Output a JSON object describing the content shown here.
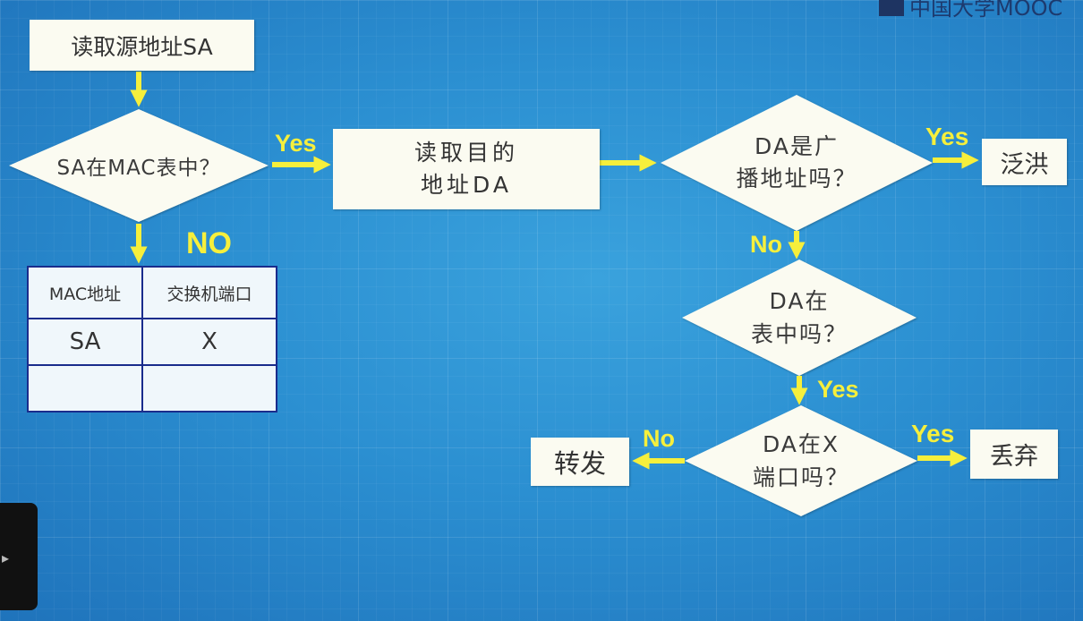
{
  "logo": {
    "text": "中国大学MOOC"
  },
  "steps": {
    "read_sa": "读取源地址SA",
    "read_da": "读取目的\n地址DA",
    "flood": "泛洪",
    "forward": "转发",
    "discard": "丢弃"
  },
  "decisions": {
    "sa_in_table": "SA在MAC表中？",
    "da_broadcast": "DA是广\n播地址吗？",
    "da_in_table": "DA在\n表中吗？",
    "da_on_port_x": "DA在X\n端口吗？"
  },
  "edge_labels": {
    "sa_yes": "Yes",
    "sa_no": "NO",
    "broadcast_yes": "Yes",
    "broadcast_no": "No",
    "in_table_yes": "Yes",
    "port_x_yes": "Yes",
    "port_x_no": "No"
  },
  "mac_table": {
    "headers": [
      "MAC地址",
      "交换机端口"
    ],
    "rows": [
      [
        "SA",
        "X"
      ],
      [
        "",
        ""
      ]
    ]
  },
  "colors": {
    "arrow": "#f6ef3c",
    "box": "#fbfbf1",
    "table_border": "#1a2c8c"
  }
}
